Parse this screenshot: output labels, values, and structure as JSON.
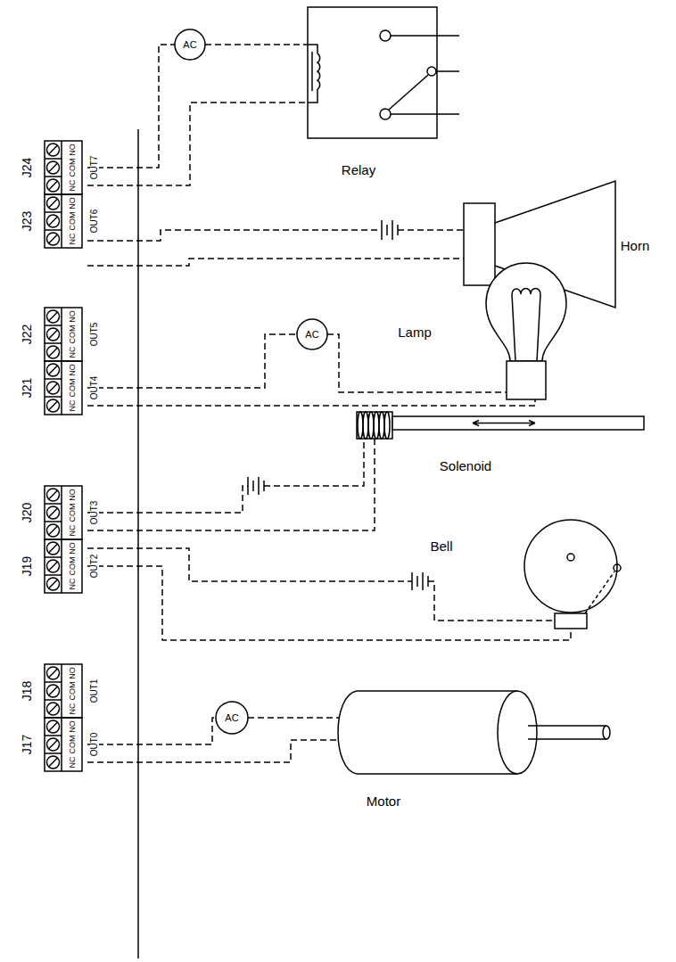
{
  "diagram": {
    "labels": [
      "J24",
      "NC",
      "COM",
      "NO",
      "OUT7",
      "J23",
      "NC",
      "COM",
      "NO",
      "OUT6",
      "J22",
      "NC",
      "COM",
      "NO",
      "OUT5",
      "J21",
      "NC",
      "COM",
      "NO",
      "OUT4",
      "J20",
      "NC",
      "COM",
      "NO",
      "OUT3",
      "J19",
      "NC",
      "COM",
      "NO",
      "OUT2",
      "J18",
      "NC",
      "COM",
      "NO",
      "OUT1",
      "J17",
      "NC",
      "COM",
      "NO",
      "OUT0",
      "AC",
      "Relay",
      "Horn",
      "AC",
      "Lamp",
      "Solenoid",
      "Bell",
      "AC",
      "Motor"
    ]
  }
}
